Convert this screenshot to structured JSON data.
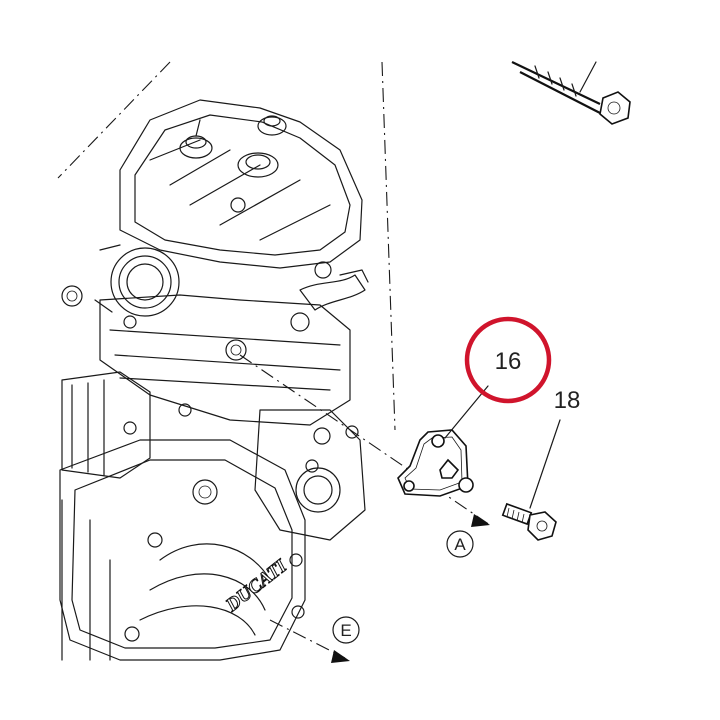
{
  "callouts": {
    "part_16": "16",
    "part_18": "18",
    "ref_a": "A",
    "ref_e": "E"
  },
  "brand_mark": "DUCATI",
  "colors": {
    "highlight_ring": "#d0142c",
    "line": "#1a1a1a"
  }
}
